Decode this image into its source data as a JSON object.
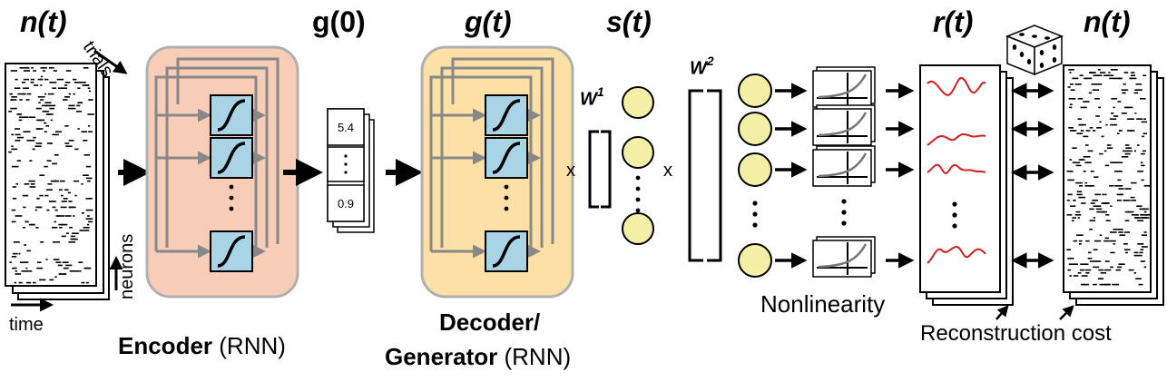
{
  "labels": {
    "n_t_left": "n(t)",
    "g0": "g(0)",
    "g_t": "g(t)",
    "s_t": "s(t)",
    "r_t": "r(t)",
    "n_t_right": "n(t)",
    "trials": "trials",
    "neurons": "neurons",
    "time": "time",
    "w1": "W",
    "w1_sup": "1",
    "w2": "W",
    "w2_sup": "2",
    "x1": "x",
    "x2": "x",
    "nonlinearity": "Nonlinearity",
    "reconstruction_cost": "Reconstruction cost",
    "encoder_bold": "Encoder",
    "encoder_rest": " (RNN)",
    "decoder_bold": "Decoder/",
    "generator_bold": "Generator",
    "generator_rest": " (RNN)"
  },
  "g0_values": [
    "5.4",
    "0.9"
  ],
  "colors": {
    "encoder_fill": "#f8cdb8",
    "decoder_fill": "#fde0a6",
    "box_border": "#b0b0b0",
    "unit_fill": "#a9d4e6",
    "node_fill": "#f4efa6",
    "trace_red": "#d42020",
    "arrow_gray": "#888888"
  },
  "icons": [
    "dice-icon",
    "sigmoid-icon",
    "exp-nonlinearity-icon",
    "double-arrow-icon"
  ]
}
